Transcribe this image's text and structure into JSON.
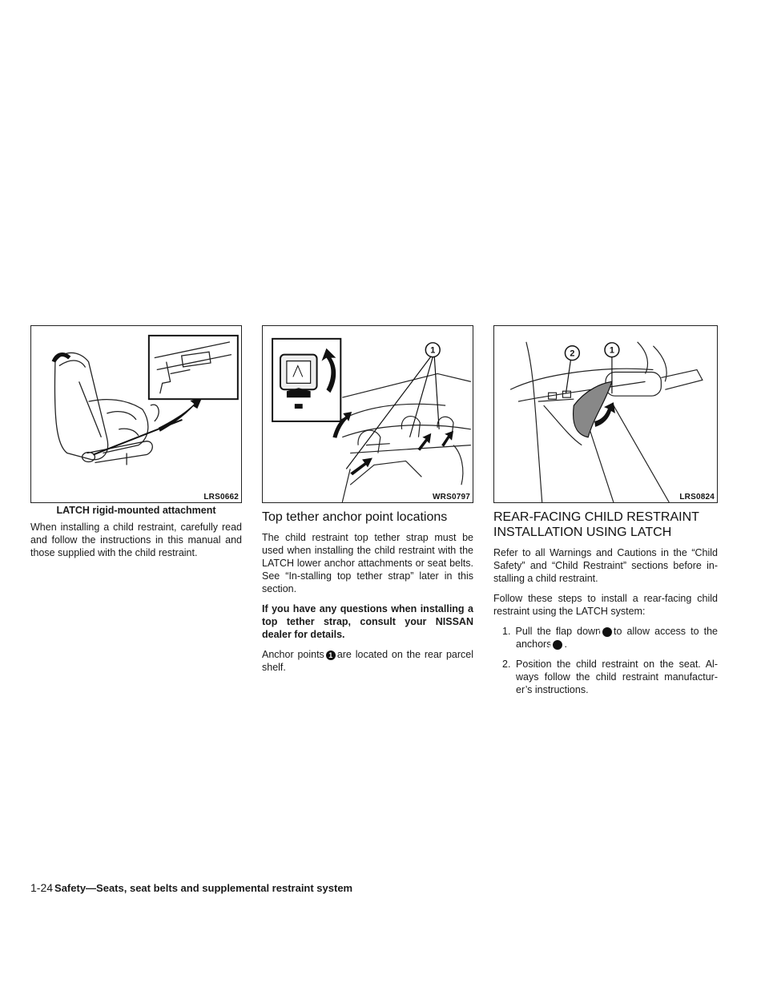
{
  "col1": {
    "figure_code": "LRS0662",
    "caption": "LATCH rigid-mounted attachment",
    "para": "When installing a child restraint, carefully read and follow the instructions in this manual and those supplied with the child restraint."
  },
  "col2": {
    "figure_code": "WRS0797",
    "callout": "1",
    "heading": "Top tether anchor point locations",
    "para1": "The child restraint top tether strap must be used when installing the child restraint with the LATCH lower anchor attachments or seat belts. See “In-stalling top tether strap” later in this section.",
    "para2": "If you have any questions when installing a top tether strap, consult your NISSAN dealer for details.",
    "para3_pre": "Anchor points",
    "para3_marker": "1",
    "para3_post": "are located on the rear parcel shelf."
  },
  "col3": {
    "figure_code": "LRS0824",
    "callout1": "1",
    "callout2": "2",
    "heading": "REAR-FACING CHILD RESTRAINT INSTALLATION USING LATCH",
    "para1": "Refer to all Warnings and Cautions in the “Child Safety” and “Child Restraint” sections before in-stalling a child restraint.",
    "para2": "Follow these steps to install a rear-facing child restraint using the LATCH system:",
    "step1_num": "1.",
    "step1_pre": "Pull the flap down",
    "step1_marker1": "1",
    "step1_mid": "to allow access to the anchors",
    "step1_marker2": "2",
    "step1_post": ".",
    "step2_num": "2.",
    "step2_text": "Position the child restraint on the seat. Al-ways follow the child restraint manufactur-er’s instructions."
  },
  "footer": {
    "page_number": "1-24",
    "chapter": "Safety—Seats, seat belts and supplemental restraint system"
  }
}
